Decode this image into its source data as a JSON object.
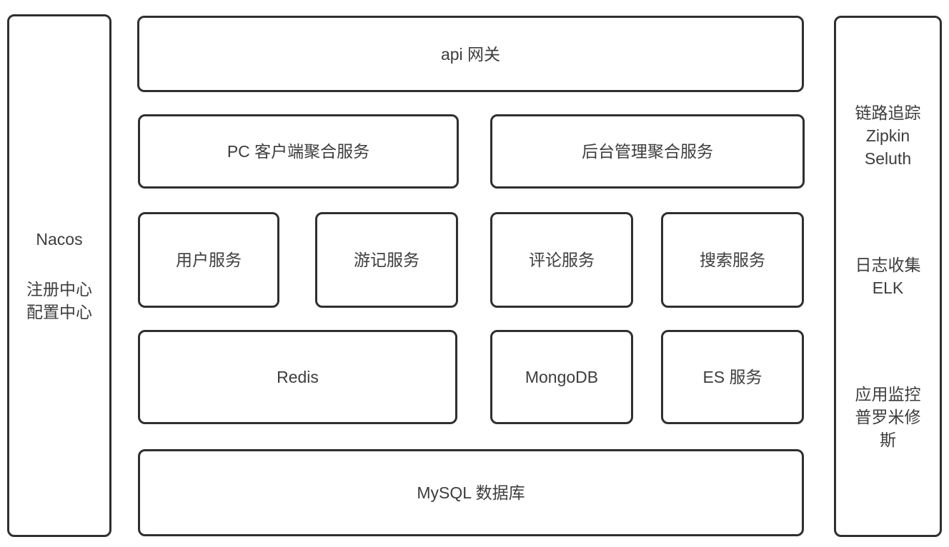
{
  "left_panel": {
    "title": "Nacos",
    "line1": "注册中心",
    "line2": "配置中心"
  },
  "layers": {
    "gateway": "api 网关",
    "aggregation": {
      "pc": "PC 客户端聚合服务",
      "admin": "后台管理聚合服务"
    },
    "services": {
      "user": "用户服务",
      "travel": "游记服务",
      "comment": "评论服务",
      "search": "搜索服务"
    },
    "storage": {
      "redis": "Redis",
      "mongodb": "MongoDB",
      "es": "ES 服务"
    },
    "database": "MySQL 数据库"
  },
  "right_panel": {
    "tracing": {
      "line1": "链路追踪",
      "line2": "Zipkin",
      "line3": "Seluth"
    },
    "logging": {
      "line1": "日志收集",
      "line2": "ELK"
    },
    "monitoring": {
      "line1": "应用监控",
      "line2": "普罗米修斯"
    }
  },
  "colors": {
    "border": "#2f2f2f",
    "text": "#3d3d3d",
    "background": "#ffffff"
  }
}
